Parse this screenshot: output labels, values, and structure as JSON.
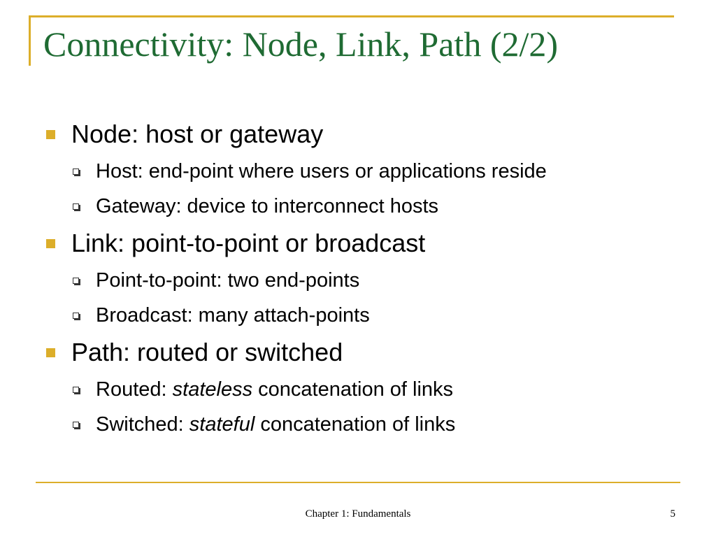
{
  "slide": {
    "title": "Connectivity: Node, Link, Path (2/2)",
    "items": [
      {
        "text": "Node: host or gateway",
        "subitems": [
          {
            "pre": "Host: end-point where users or applications reside",
            "em": "",
            "post": ""
          },
          {
            "pre": "Gateway: device to interconnect hosts",
            "em": "",
            "post": ""
          }
        ]
      },
      {
        "text": "Link: point-to-point or broadcast",
        "subitems": [
          {
            "pre": "Point-to-point: two end-points",
            "em": "",
            "post": ""
          },
          {
            "pre": "Broadcast: many attach-points",
            "em": "",
            "post": ""
          }
        ]
      },
      {
        "text": "Path: routed or switched",
        "subitems": [
          {
            "pre": "Routed: ",
            "em": "stateless",
            "post": " concatenation of links"
          },
          {
            "pre": "Switched: ",
            "em": "stateful",
            "post": " concatenation of links"
          }
        ]
      }
    ],
    "footer": "Chapter 1: Fundamentals",
    "page_number": "5"
  },
  "colors": {
    "accent": "#dcae2a",
    "title": "#1f6b33"
  }
}
